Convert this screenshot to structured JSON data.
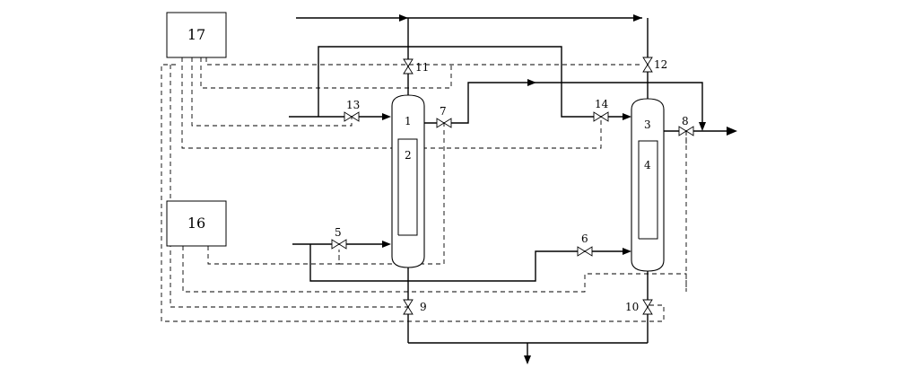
{
  "controllers": [
    {
      "id": "controller-17",
      "label": "17"
    },
    {
      "id": "controller-16",
      "label": "16"
    }
  ],
  "vessel_labels": [
    "1",
    "2",
    "3",
    "4"
  ],
  "valve_labels": {
    "v5": "5",
    "v6": "6",
    "v7": "7",
    "v8": "8",
    "v9": "9",
    "v10": "10",
    "v11": "11",
    "v12": "12",
    "v13": "13",
    "v14": "14"
  }
}
